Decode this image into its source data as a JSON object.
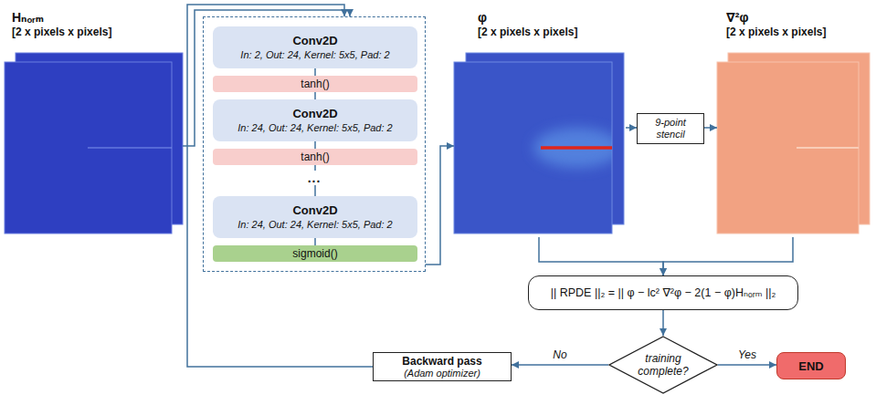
{
  "diagram": {
    "nodes": [
      {
        "text": [
          "Hₙₒᵣₘ",
          "[2 x pixels x pixels]"
        ]
      },
      {
        "text": [
          "..."
        ]
      },
      {
        "text": [
          "Conv2D",
          "In: 2, Out: 24, Kernel: 5x5, Pad: 2"
        ],
        "in": 1
      },
      {
        "text": [
          "tanh()"
        ],
        "in": 1
      },
      {
        "text": [
          "Conv2D",
          "In: 24, Out: 24, Kernel: 5x5, Pad: 2"
        ],
        "in": 1
      },
      {
        "text": [
          "tanh()"
        ],
        "in": 1
      },
      {
        "text": [
          "Conv2D",
          "In: 24, Out: 24, Kernel: 5x5, Pad: 2"
        ],
        "in": 1
      },
      {
        "text": [
          "sigmoid()"
        ],
        "in": 1
      },
      {
        "text": [
          "φ",
          "[2 x pixels x pixels]"
        ]
      },
      {
        "text": [
          "9-point stencil"
        ]
      },
      {
        "text": [
          "∇²φ",
          "[2 x pixels x pixels]"
        ]
      },
      {
        "text": [
          "|| RPDE ||₂ = || φ − lc² ∇²φ − 2(1 − φ)Hₙₒᵣₘ ||₂"
        ]
      },
      {
        "text": [
          "Backward pass",
          "(Adam optimizer)"
        ]
      },
      {
        "text": [
          "training complete?"
        ]
      },
      {
        "text": [
          "END"
        ]
      }
    ],
    "edges": [
      {
        "from": 0,
        "to": 1,
        "arrow": "to"
      },
      {
        "from": 2,
        "to": 3,
        "arrow": "none"
      },
      {
        "from": 3,
        "to": 4,
        "arrow": "none"
      },
      {
        "from": 4,
        "to": 5,
        "arrow": "none"
      },
      {
        "from": 5,
        "to": 6,
        "arrow": "none"
      },
      {
        "from": 6,
        "to": 7,
        "arrow": "none"
      },
      {
        "from": 1,
        "to": 8,
        "arrow": "to"
      },
      {
        "from": 8,
        "to": 9,
        "arrow": "to"
      },
      {
        "from": 9,
        "to": 10,
        "arrow": "to"
      },
      {
        "from": 8,
        "to": 11,
        "arrow": "to"
      },
      {
        "from": 10,
        "to": 11,
        "arrow": "to"
      },
      {
        "from": 11,
        "to": 13,
        "arrow": "to"
      },
      {
        "from": 13,
        "to": 14,
        "label": "Yes",
        "arrow": "to"
      },
      {
        "from": 13,
        "to": 12,
        "label": "No",
        "arrow": "to"
      },
      {
        "from": 12,
        "to": 1,
        "arrow": "to"
      }
    ]
  }
}
